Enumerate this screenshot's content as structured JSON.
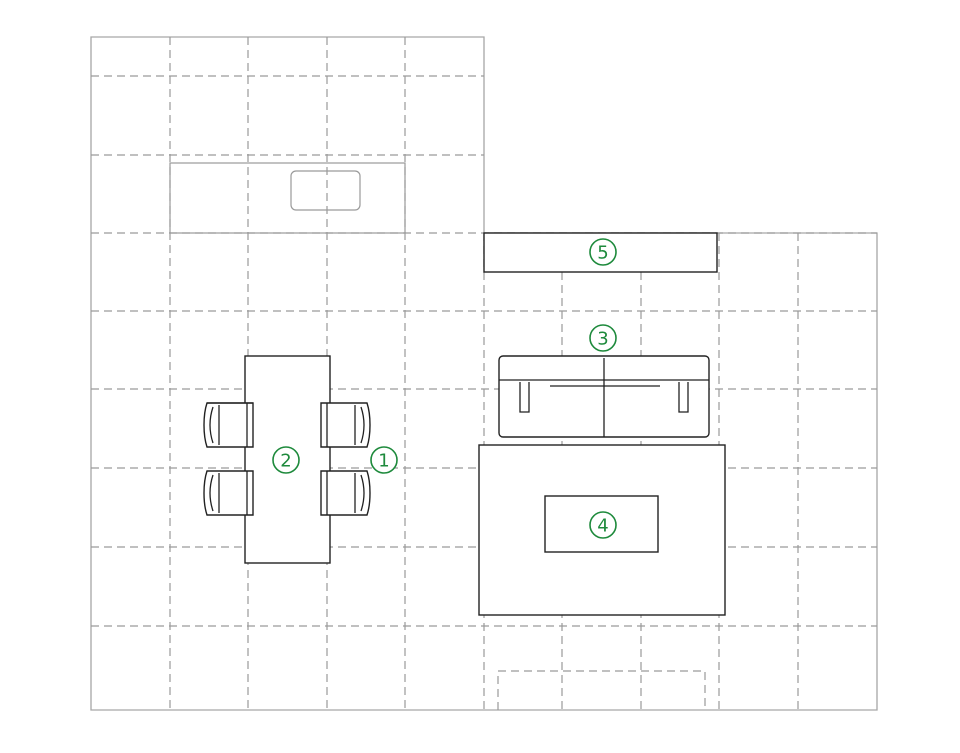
{
  "colors": {
    "marker": "#1e8a3c",
    "furniture": "#222222",
    "grid": "#9a9a9a"
  },
  "markers": [
    {
      "id": "1",
      "label": "1"
    },
    {
      "id": "2",
      "label": "2"
    },
    {
      "id": "3",
      "label": "3"
    },
    {
      "id": "4",
      "label": "4"
    },
    {
      "id": "5",
      "label": "5"
    }
  ]
}
